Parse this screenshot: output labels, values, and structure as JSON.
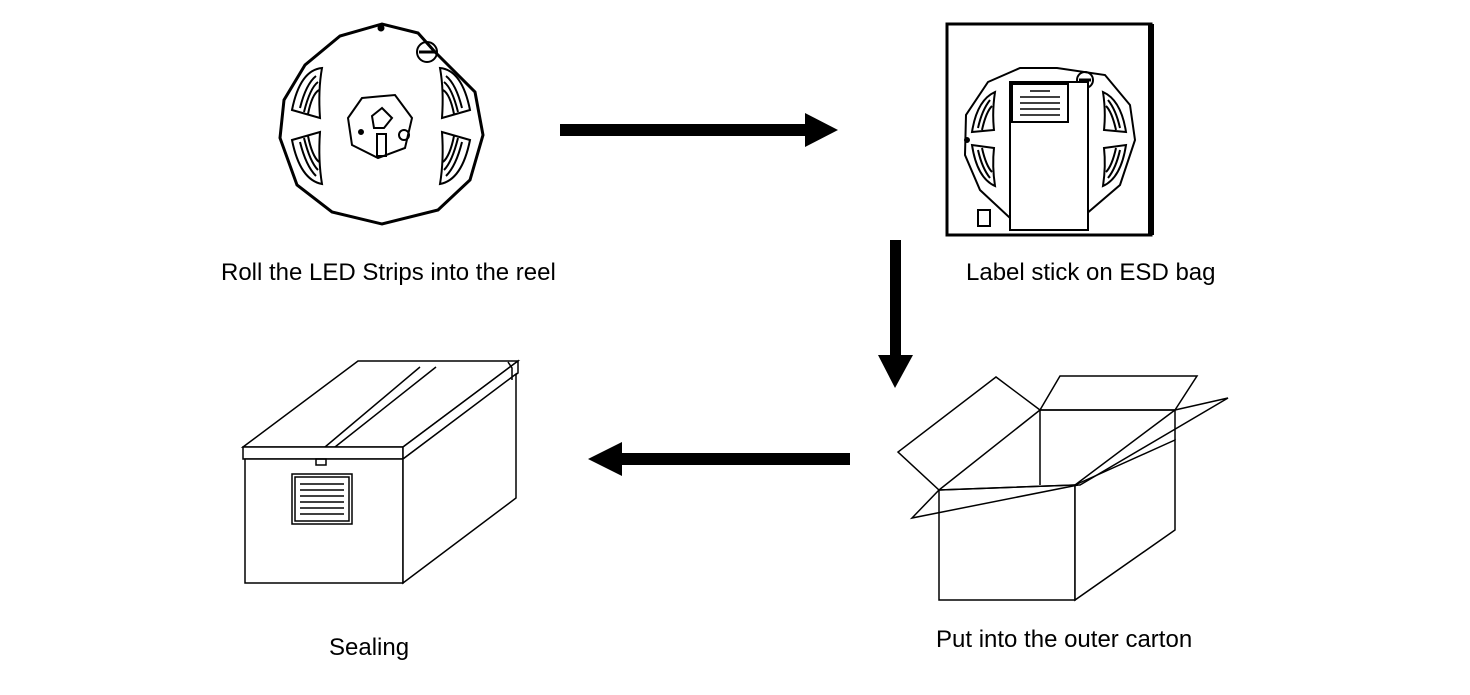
{
  "steps": {
    "reel": {
      "caption": "Roll the LED Strips into the reel",
      "icon": "led-reel-icon"
    },
    "esd_bag": {
      "caption": "Label stick on ESD bag",
      "icon": "esd-bag-icon"
    },
    "carton": {
      "caption": "Put into the outer carton",
      "icon": "open-carton-icon"
    },
    "sealing": {
      "caption": "Sealing",
      "icon": "sealed-box-icon"
    }
  },
  "colors": {
    "line": "#000000",
    "background": "#ffffff"
  }
}
